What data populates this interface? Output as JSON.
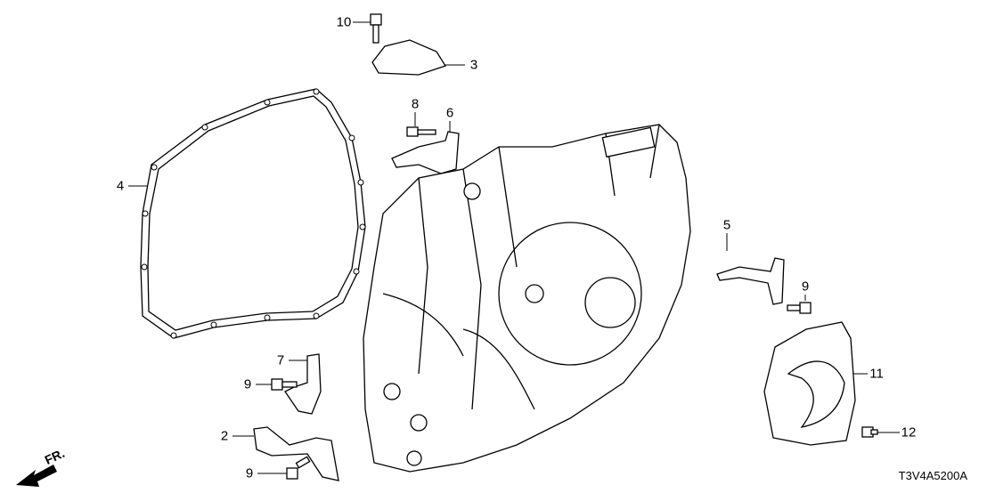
{
  "diagram": {
    "callouts": [
      "10",
      "3",
      "8",
      "6",
      "4",
      "5",
      "9",
      "7",
      "9",
      "11",
      "2",
      "12",
      "9"
    ],
    "direction_label": "FR.",
    "diagram_code": "T3V4A5200A"
  }
}
